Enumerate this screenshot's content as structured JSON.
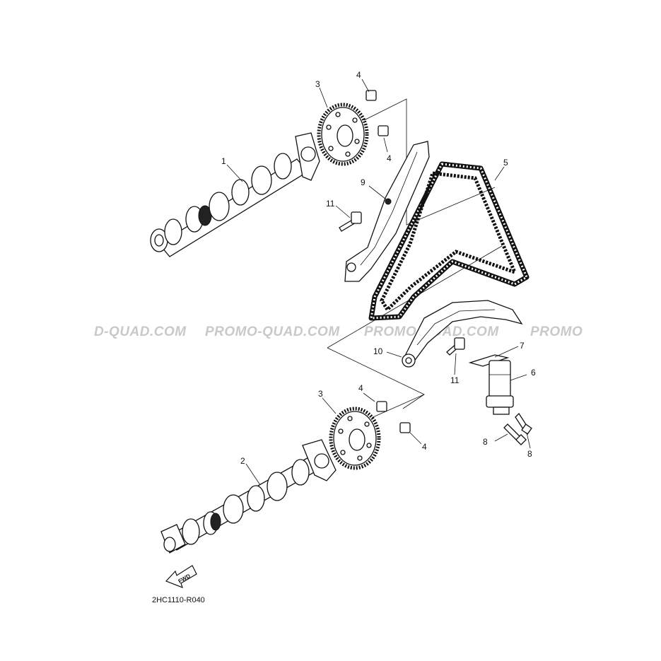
{
  "diagram": {
    "code": "2HC1110-R040",
    "direction_label": "FWD",
    "watermark": [
      "D-QUAD.COM",
      "PROMO-QUAD.COM",
      "PROMO-QUAD.COM",
      "PROMO"
    ],
    "callouts": {
      "upper_camshaft": "1",
      "lower_camshaft": "2",
      "upper_sprocket": "3",
      "lower_sprocket": "3",
      "upper_bolt_a": "4",
      "upper_bolt_b": "4",
      "lower_bolt_a": "4",
      "lower_bolt_b": "4",
      "timing_chain": "5",
      "tensioner": "6",
      "gasket": "7",
      "tensioner_bolt_a": "8",
      "tensioner_bolt_b": "8",
      "guide_pin": "9",
      "lower_guide": "10",
      "guide_bolt_upper": "11",
      "guide_bolt_lower": "11"
    }
  }
}
